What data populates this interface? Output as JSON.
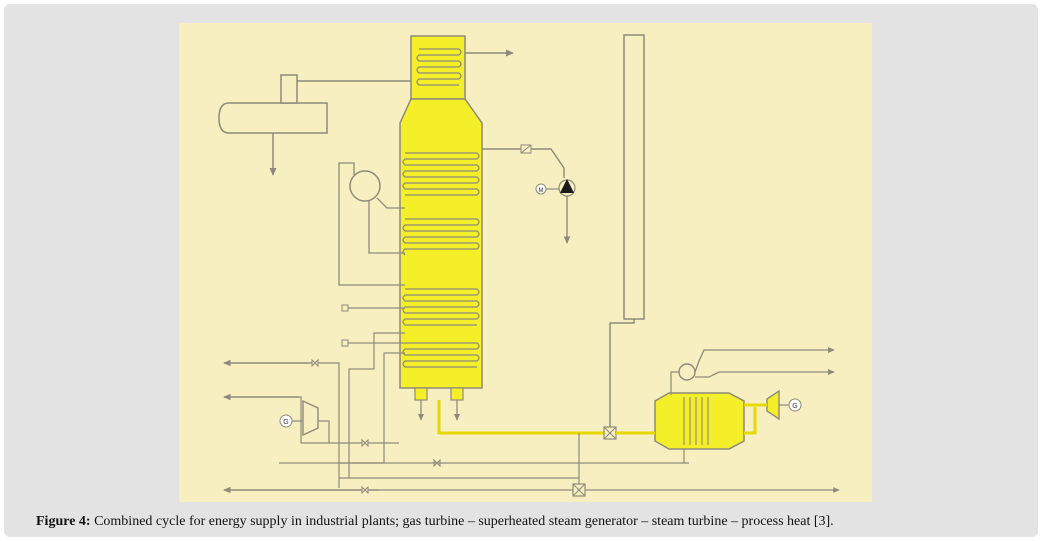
{
  "figure": {
    "label": "Figure 4:",
    "caption": "Combined cycle for energy supply in industrial plants; gas turbine – superheated steam generator – steam turbine – process heat [3].",
    "generator_symbol": "G",
    "motor_symbol": "M"
  },
  "colors": {
    "panel": "#e3e3e3",
    "paper": "#f7efc0",
    "equipment_fill": "#f5ef2a",
    "line": "#8e8a7c",
    "hot_line": "#e6d800"
  }
}
